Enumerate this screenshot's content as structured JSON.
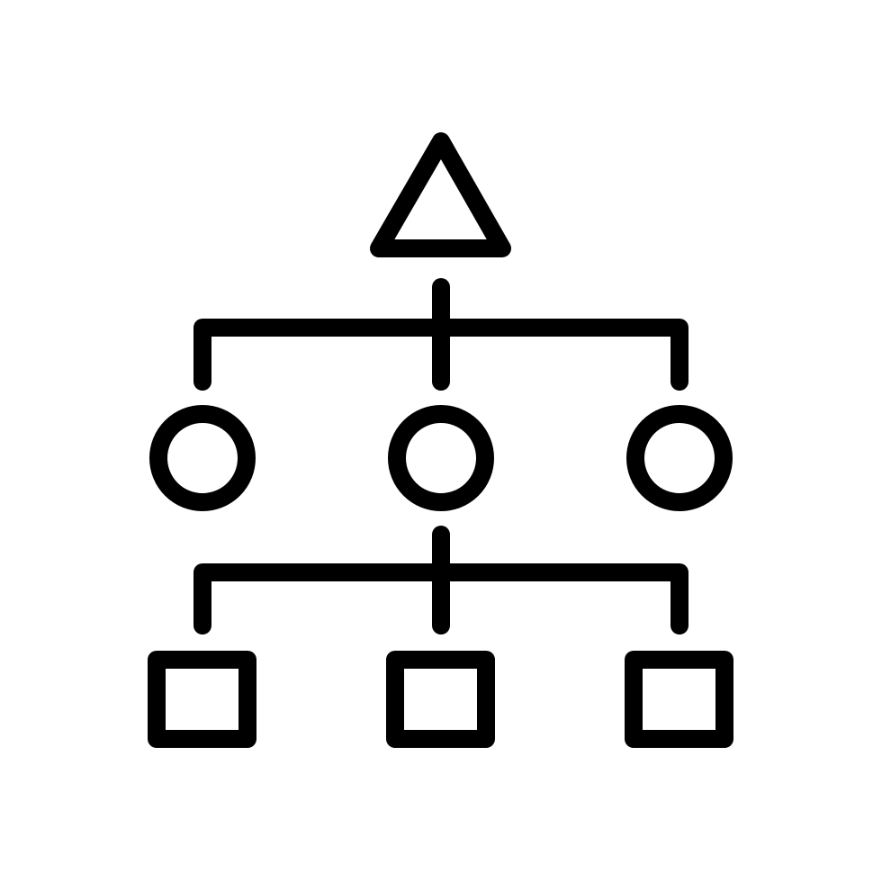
{
  "icon": {
    "name": "hierarchy-structure-icon",
    "style": "outline",
    "stroke_color": "#000000",
    "background_color": "#ffffff"
  },
  "diagram": {
    "type": "tree",
    "levels": [
      {
        "level": 1,
        "shape": "triangle",
        "count": 1
      },
      {
        "level": 2,
        "shape": "circle",
        "count": 3
      },
      {
        "level": 3,
        "shape": "square",
        "count": 3
      }
    ],
    "connectors": [
      {
        "from": "triangle",
        "to": "circle-row"
      },
      {
        "from": "center-circle",
        "to": "square-row"
      }
    ]
  }
}
